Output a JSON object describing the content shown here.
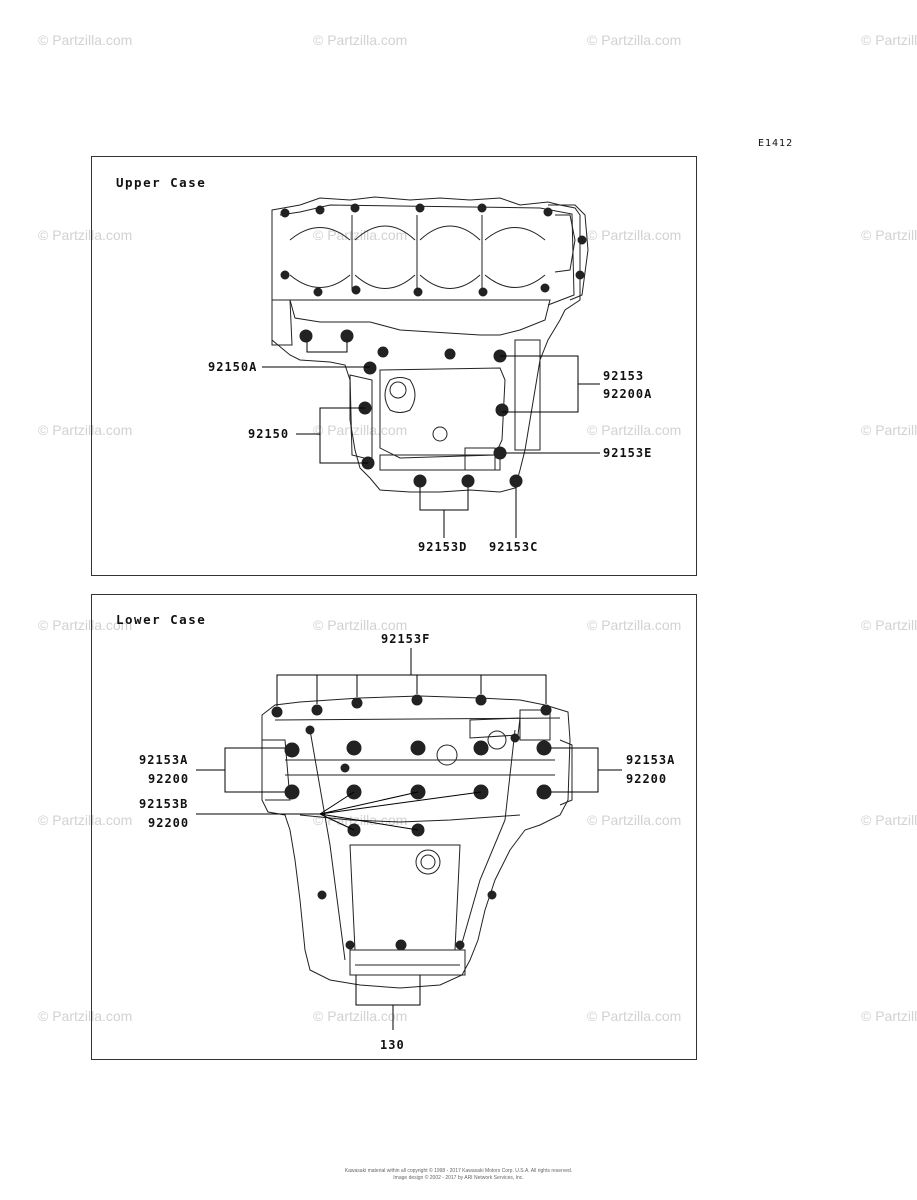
{
  "watermark": "© Partzilla.com",
  "diagram_code": "E1412",
  "upper_panel": {
    "title": "Upper Case",
    "labels": {
      "p92150A": "92150A",
      "p92150": "92150",
      "p92153": "92153",
      "p92200A": "92200A",
      "p92153E": "92153E",
      "p92153D": "92153D",
      "p92153C": "92153C"
    }
  },
  "lower_panel": {
    "title": "Lower Case",
    "labels": {
      "p92153F": "92153F",
      "left_92153A": "92153A",
      "left_92200": "92200",
      "p92153B": "92153B",
      "left_92200b": "92200",
      "right_92153A": "92153A",
      "right_92200": "92200",
      "p130": "130"
    }
  },
  "footer": {
    "line1": "Kawasaki material within all copyright © 1998 - 2017 Kawasaki Motors Corp. U.S.A. All rights reserved.",
    "line2": "Image design © 2002 - 2017 by ARI Network Services, Inc."
  }
}
